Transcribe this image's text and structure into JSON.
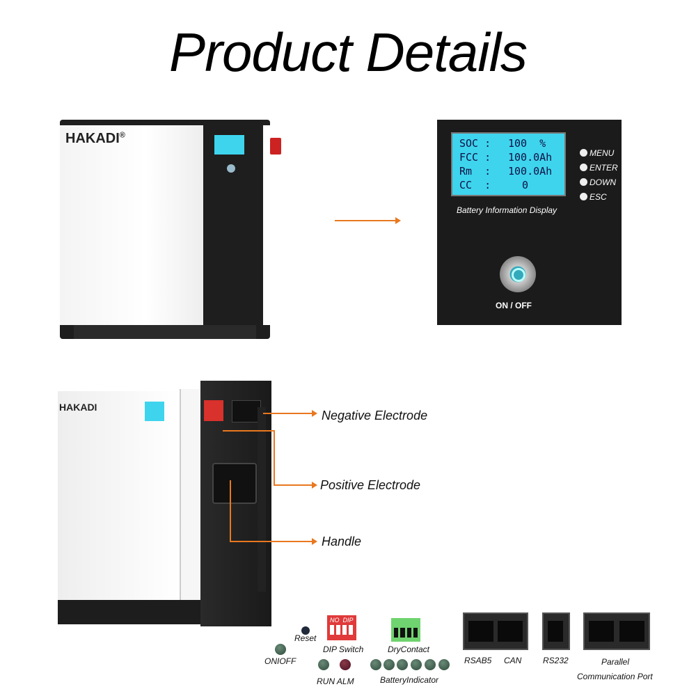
{
  "title": "Product Details",
  "brand": "HAKADI",
  "brand_mark": "®",
  "display": {
    "rows": [
      {
        "label": "SOC :",
        "value": "100  %"
      },
      {
        "label": "FCC :",
        "value": "100.0Ah"
      },
      {
        "label": "Rm  :",
        "value": "100.0Ah"
      },
      {
        "label": "CC  :",
        "value": "0"
      }
    ],
    "buttons": [
      "MENU",
      "ENTER",
      "DOWN",
      "ESC"
    ],
    "caption": "Battery Information Display",
    "power_label": "ON / OFF"
  },
  "callouts": {
    "negative": "Negative Electrode",
    "positive": "Positive Electrode",
    "handle": "Handle"
  },
  "ports": {
    "reset": "Reset",
    "onoff": "ONIOFF",
    "dip_title": "NO  DIP",
    "dip": "DIP Switch",
    "dry": "DryContact",
    "run_alm": "RUN ALM",
    "battery_indicator": "BatteryIndicator",
    "rsab5": "RSAB5",
    "can": "CAN",
    "rs232": "RS232",
    "parallel": "Parallel",
    "comm_port": "Communication Port"
  },
  "colors": {
    "accent": "#e9781f",
    "lcd": "#3ed4ee",
    "terminal": "#d9312b"
  }
}
